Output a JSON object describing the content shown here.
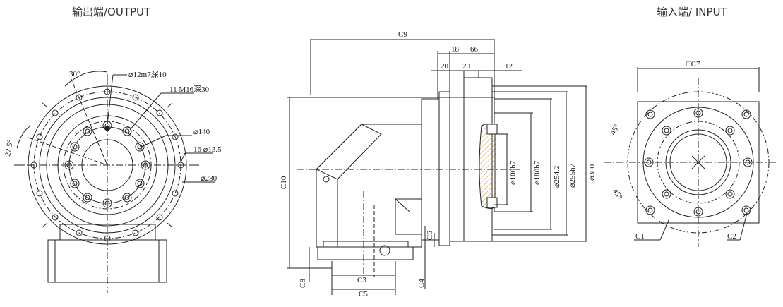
{
  "titles": {
    "output": "输出端/OUTPUT",
    "input": "输入端/ INPUT"
  },
  "output_view": {
    "angle_top": "30°",
    "angle_left": "22.5°",
    "hole_tapped": "⌀12m7深10",
    "hole_threaded": "11 M16深30",
    "dia_140": "⌀140",
    "holes_outer": "16 ⌀13.5",
    "dia_280": "⌀280"
  },
  "side_view": {
    "c9": "C9",
    "c10": "C10",
    "c3": "C3",
    "c5": "C5",
    "c8": "C8",
    "c4": "C4",
    "c6": "C6",
    "d18": "18",
    "d66": "66",
    "d20a": "20",
    "d20b": "20",
    "d12": "12",
    "dia_100": "⌀100h7",
    "dia_180": "⌀180h7",
    "dia_254": "⌀254.2",
    "dia_255": "⌀255h7",
    "dia_300": "⌀300"
  },
  "input_view": {
    "c7": "□C7",
    "angle_top": "45°",
    "angle_bottom": "45°",
    "c1": "C1",
    "c2": "C2"
  }
}
